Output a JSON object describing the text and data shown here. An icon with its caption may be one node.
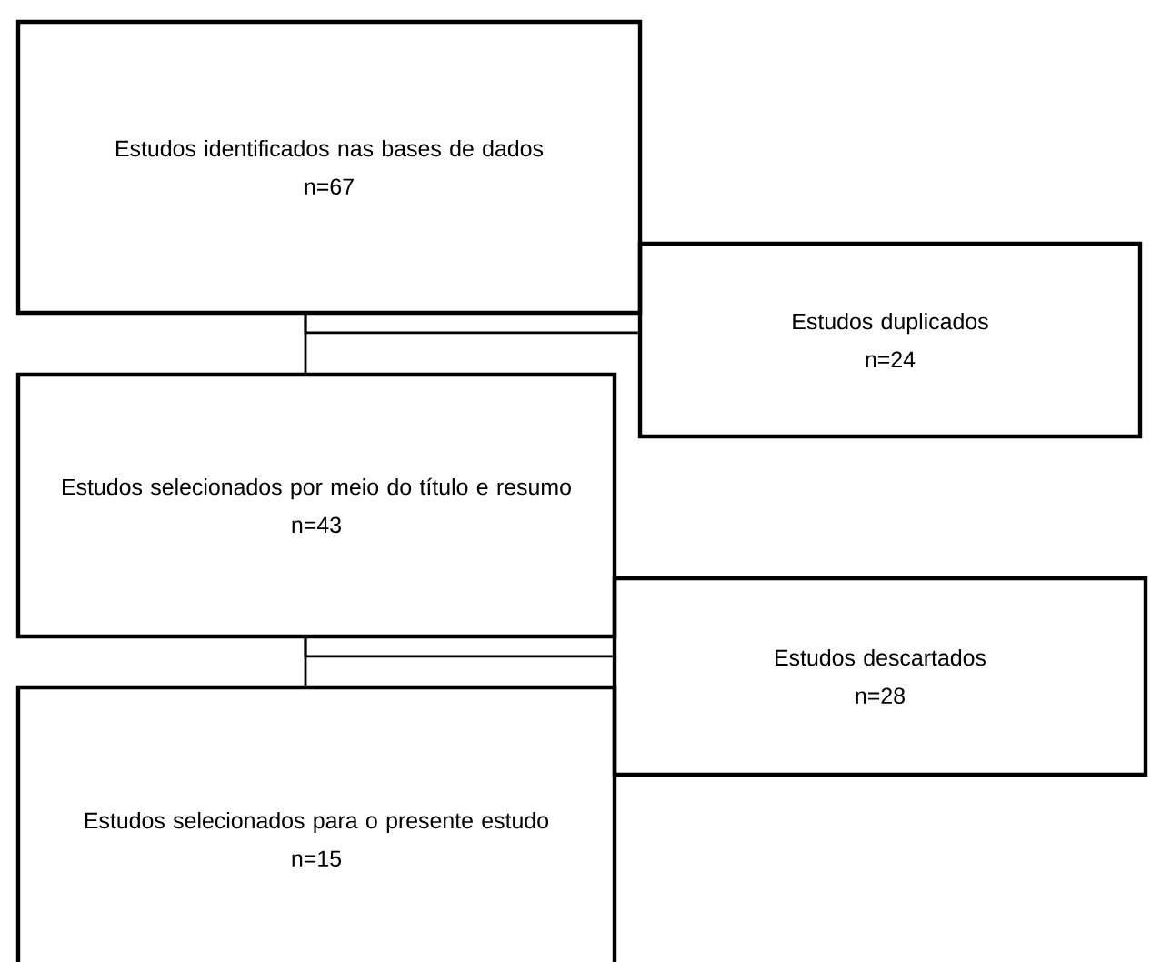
{
  "diagram": {
    "nodes": [
      {
        "text": [
          "Estudos identificados nas bases de dados",
          "n=67"
        ]
      },
      {
        "text": [
          "Estudos duplicados",
          "n=24"
        ]
      },
      {
        "text": [
          "Estudos selecionados por meio do título e resumo",
          "n=43"
        ]
      },
      {
        "text": [
          "Estudos descartados",
          "n=28"
        ]
      },
      {
        "text": [
          "Estudos selecionados para o presente estudo",
          "n=15"
        ]
      }
    ],
    "edges": [
      {
        "from": 0,
        "to": 2,
        "arrow": "none"
      },
      {
        "from": 0,
        "to": 1,
        "arrow": "none"
      },
      {
        "from": 2,
        "to": 4,
        "arrow": "none"
      },
      {
        "from": 2,
        "to": 3,
        "arrow": "none"
      }
    ]
  }
}
